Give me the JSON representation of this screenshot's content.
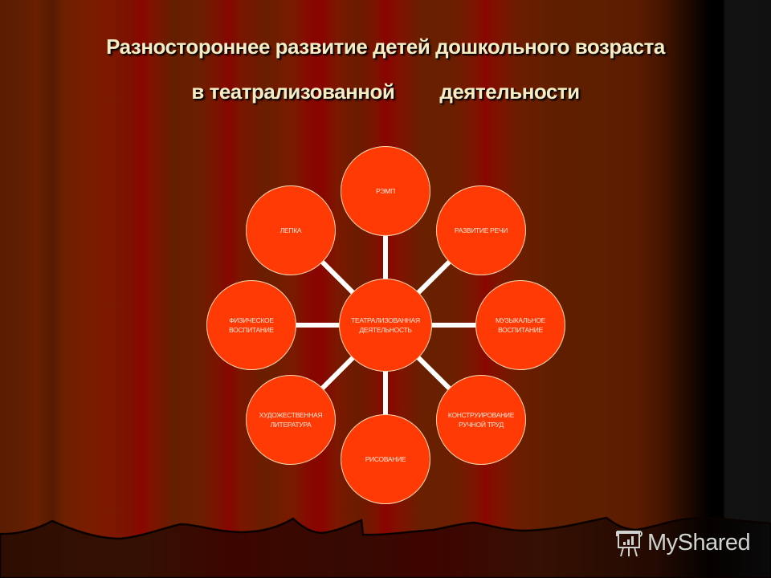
{
  "slide": {
    "title_line1": "Разностороннее развитие  детей дошкольного возраста",
    "title_line2_part1": "в театрализованной",
    "title_line2_part2": "деятельности"
  },
  "diagram": {
    "center": {
      "label": "ТЕАТРАЛИЗОВАННАЯ\nДЕЯТЕЛЬНОСТЬ"
    },
    "nodes": [
      {
        "id": "remp",
        "label": "РЭМП"
      },
      {
        "id": "speech",
        "label": "РАЗВИТИЕ РЕЧИ"
      },
      {
        "id": "music",
        "label": "МУЗЫКАЛЬНОЕ\nВОСПИТАНИЕ"
      },
      {
        "id": "construct",
        "label": "КОНСТРУИРОВАНИЕ\nРУЧНОЙ ТРУД"
      },
      {
        "id": "drawing",
        "label": "РИСОВАНИЕ"
      },
      {
        "id": "literature",
        "label": "ХУДОЖЕСТВЕННАЯ\nЛИТЕРАТУРА"
      },
      {
        "id": "physical",
        "label": "ФИЗИЧЕСКОЕ\nВОСПИТАНИЕ"
      },
      {
        "id": "modeling",
        "label": "ЛЕПКА"
      }
    ],
    "colors": {
      "node_fill": "#ff3a05",
      "node_border": "#ffd9b0",
      "connector": "#ffffff",
      "title_text": "#f6ecc4"
    }
  },
  "watermark": {
    "icon": "presentation-board-icon",
    "text": "MyShared"
  }
}
